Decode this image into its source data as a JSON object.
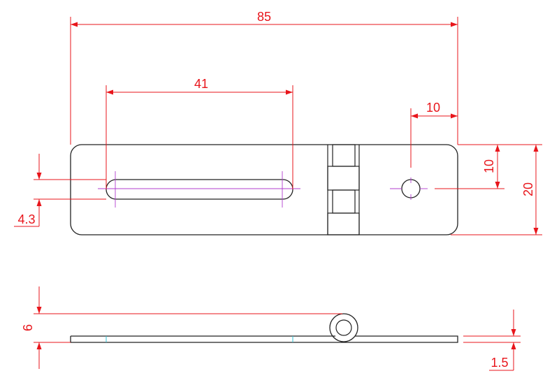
{
  "colors": {
    "outline": "#222222",
    "dimension": "#e8151b",
    "centerline": "#b03ccf",
    "hidden": "#33c3d6",
    "background": "#ffffff"
  },
  "dimensions": {
    "overall_length": "85",
    "slot_length": "41",
    "hole_offset": "10",
    "hole_center_height": "10",
    "overall_width": "20",
    "slot_width": "4.3",
    "knuckle_height": "6",
    "thickness": "1.5"
  }
}
